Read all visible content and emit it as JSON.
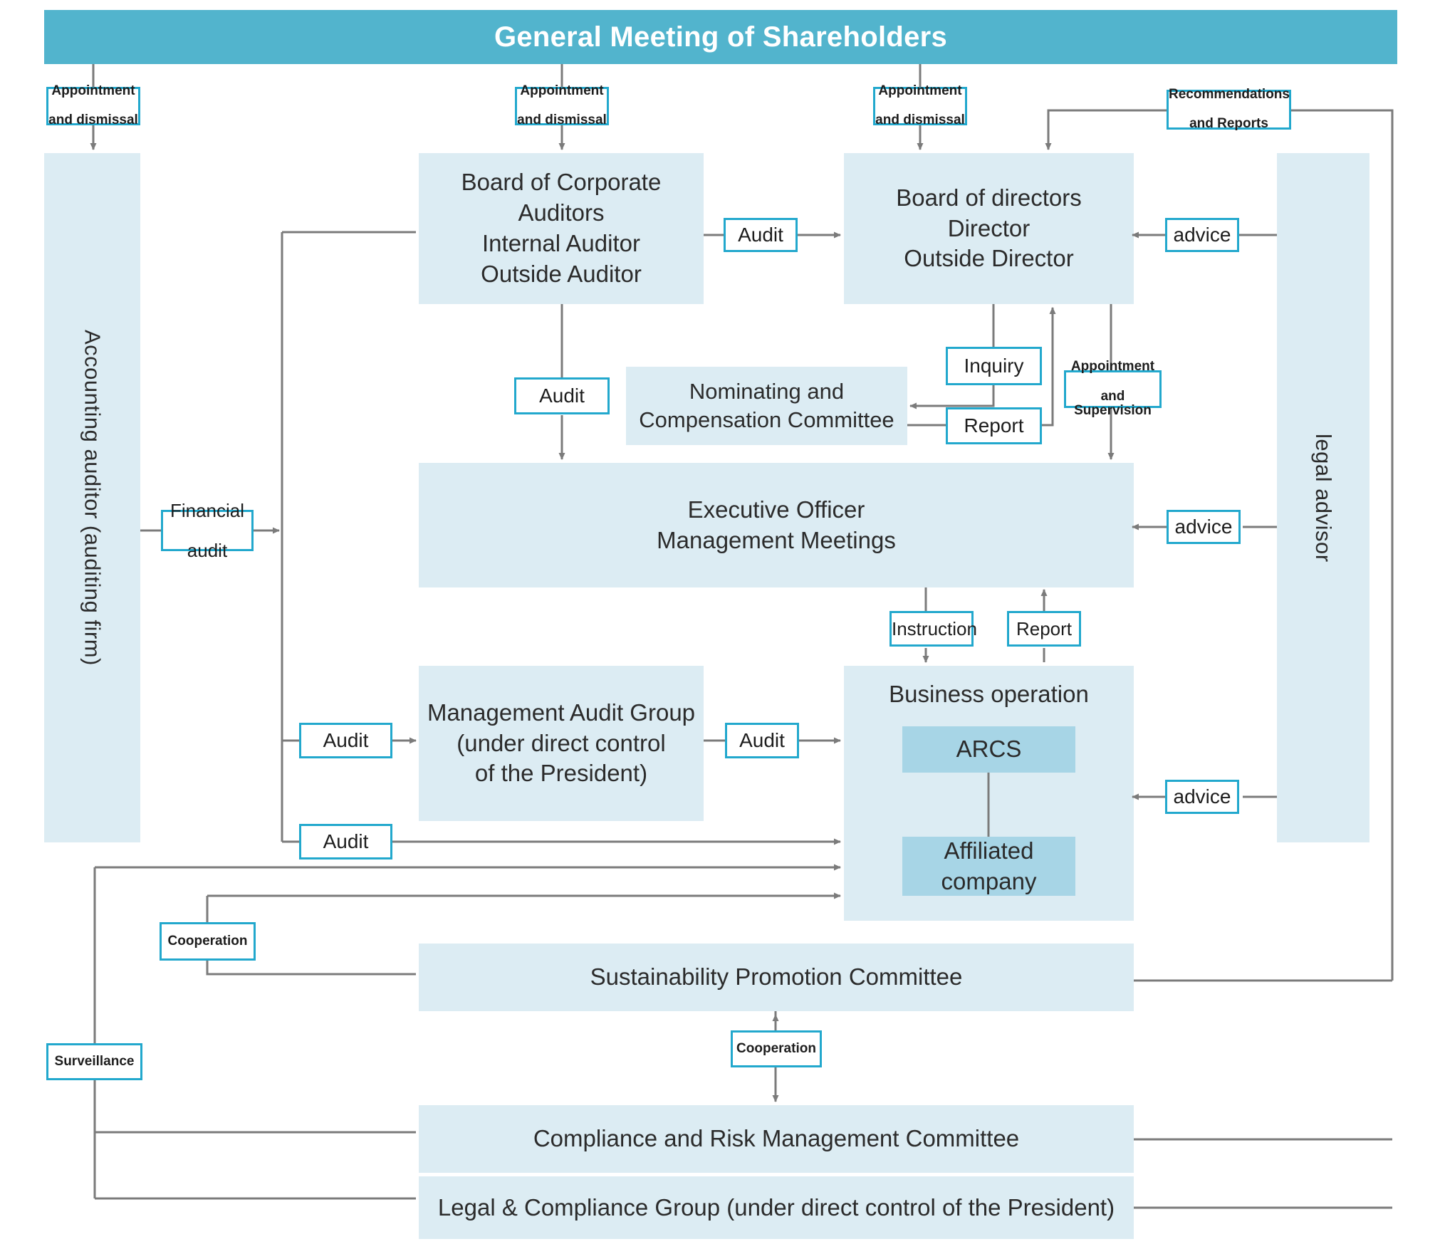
{
  "diagram": {
    "title": "Corporate Governance Structure",
    "colors": {
      "header_teal": "#52b4cd",
      "box_light_blue": "#dcecf3",
      "box_mid_blue": "#a7d5e6",
      "label_border_cyan": "#22a8cd",
      "connector_gray": "#7b7b7b",
      "text_dark": "#2b2b2b"
    }
  },
  "header": {
    "title": "General Meeting of Shareholders"
  },
  "nodes": {
    "accounting_auditor": {
      "label": "Accounting auditor (auditing firm)",
      "orientation": "vertical"
    },
    "legal_advisor": {
      "label": "legal advisor",
      "orientation": "vertical"
    },
    "board_of_corporate_auditors": {
      "line1": "Board of Corporate Auditors",
      "line2": "Internal Auditor",
      "line3": "Outside Auditor"
    },
    "board_of_directors": {
      "line1": "Board of directors",
      "line2": "Director",
      "line3": "Outside Director"
    },
    "nominating_committee": {
      "line1": "Nominating and",
      "line2": "Compensation Committee"
    },
    "executive_officer": {
      "line1": "Executive Officer",
      "line2": "Management Meetings"
    },
    "management_audit_group": {
      "line1": "Management Audit Group",
      "line2": "(under direct control",
      "line3": "of the President)"
    },
    "business_operation": {
      "line1": "Business operation",
      "arcs": "ARCS",
      "affiliated_line1": "Affiliated",
      "affiliated_line2": "company"
    },
    "sustainability_committee": {
      "label": "Sustainability Promotion Committee"
    },
    "compliance_committee": {
      "label": "Compliance and Risk Management Committee"
    },
    "legal_compliance_group": {
      "label": "Legal & Compliance Group (under direct control of the President)"
    }
  },
  "edge_labels": {
    "appointment_dismissal_1": {
      "line1": "Appointment",
      "line2": "and dismissal"
    },
    "appointment_dismissal_2": {
      "line1": "Appointment",
      "line2": "and dismissal"
    },
    "appointment_dismissal_3": {
      "line1": "Appointment",
      "line2": "and dismissal"
    },
    "recommendations_reports": {
      "line1": "Recommendations",
      "line2": "and Reports"
    },
    "audit_auditors_to_directors": {
      "text": "Audit"
    },
    "advice_to_directors": {
      "text": "advice"
    },
    "inquiry": {
      "text": "Inquiry"
    },
    "report_to_directors": {
      "text": "Report"
    },
    "appointment_supervision": {
      "line1": "Appointment",
      "line2": "and Supervision"
    },
    "audit_to_executive": {
      "text": "Audit"
    },
    "financial_audit": {
      "line1": "Financial",
      "line2": "audit"
    },
    "advice_to_executive": {
      "text": "advice"
    },
    "instruction": {
      "text": "Instruction"
    },
    "report_to_executive": {
      "text": "Report"
    },
    "audit_to_management_audit_group": {
      "text": "Audit"
    },
    "audit_group_to_business": {
      "text": "Audit"
    },
    "audit_to_business": {
      "text": "Audit"
    },
    "advice_to_business": {
      "text": "advice"
    },
    "cooperation_left": {
      "text": "Cooperation"
    },
    "cooperation_center": {
      "text": "Cooperation"
    },
    "surveillance": {
      "text": "Surveillance"
    }
  }
}
